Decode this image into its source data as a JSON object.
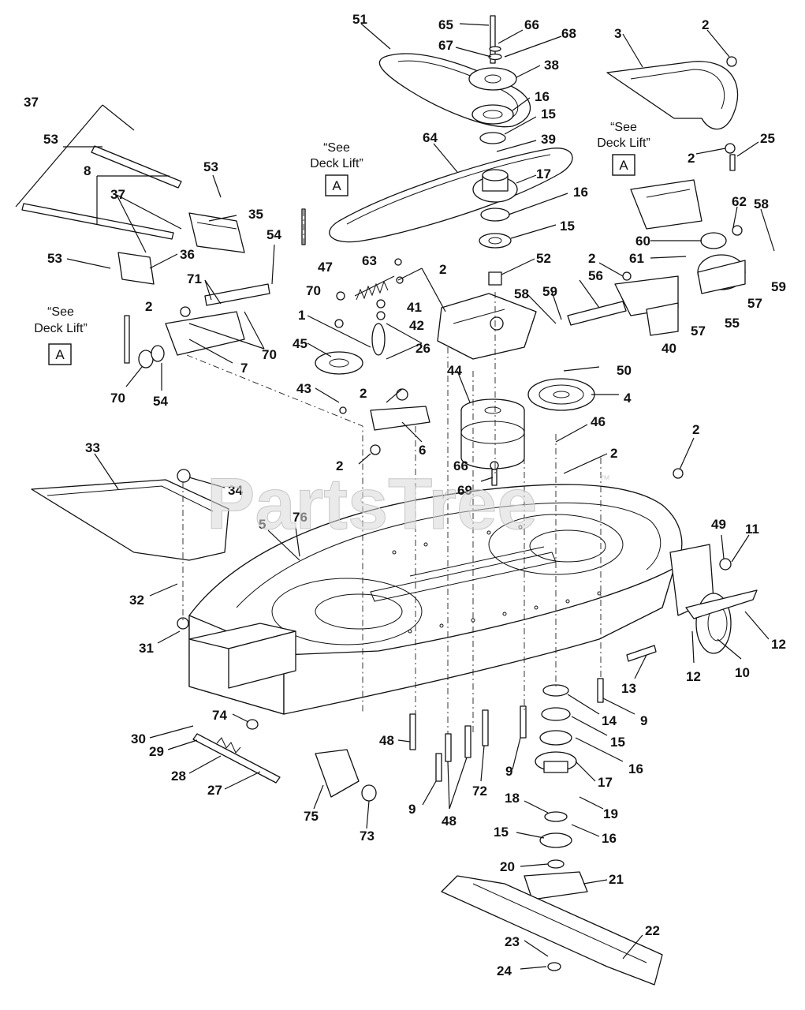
{
  "watermark": {
    "text": "PartsTree",
    "tm": "™"
  },
  "notes": [
    {
      "line1": "“See",
      "line2": "Deck Lift”",
      "box": "A"
    },
    {
      "line1": "“See",
      "line2": "Deck Lift”",
      "box": "A"
    },
    {
      "line1": "“See",
      "line2": "Deck Lift”",
      "box": "A"
    }
  ],
  "callouts": [
    "51",
    "65",
    "66",
    "67",
    "68",
    "38",
    "16",
    "15",
    "39",
    "64",
    "17",
    "16",
    "15",
    "52",
    "3",
    "2",
    "2",
    "25",
    "62",
    "58",
    "60",
    "61",
    "59",
    "57",
    "55",
    "57",
    "40",
    "56",
    "59",
    "58",
    "2",
    "37",
    "53",
    "8",
    "53",
    "37",
    "35",
    "54",
    "70",
    "36",
    "53",
    "71",
    "2",
    "70",
    "7",
    "70",
    "54",
    "47",
    "63",
    "2",
    "41",
    "42",
    "1",
    "26",
    "45",
    "43",
    "2",
    "6",
    "44",
    "50",
    "4",
    "46",
    "66",
    "69",
    "33",
    "34",
    "2",
    "2",
    "2",
    "5",
    "76",
    "49",
    "11",
    "12",
    "10",
    "12",
    "13",
    "32",
    "31",
    "14",
    "9",
    "15",
    "16",
    "17",
    "19",
    "18",
    "16",
    "15",
    "20",
    "21",
    "22",
    "23",
    "24",
    "48",
    "9",
    "48",
    "72",
    "9",
    "74",
    "30",
    "29",
    "28",
    "27",
    "75",
    "73"
  ]
}
